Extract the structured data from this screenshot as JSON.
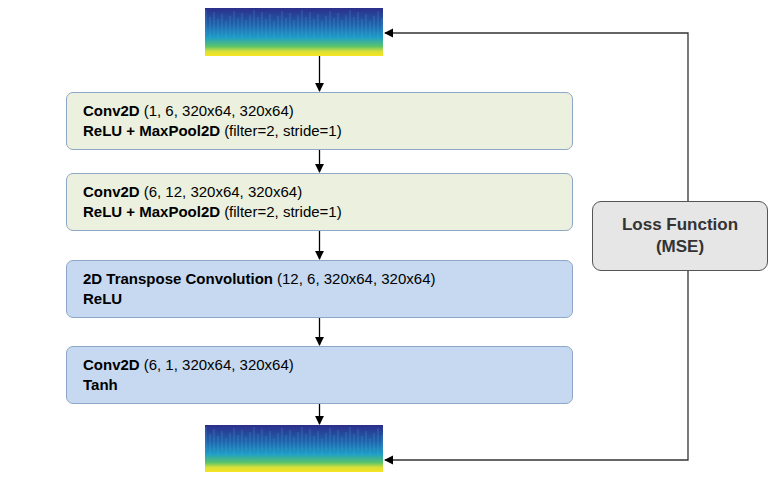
{
  "diagram": {
    "nodes": [
      {
        "text": [
          "Conv2D",
          "(1, 6, 320x64, 320x64)",
          "ReLU + MaxPool2D",
          "(filter=2, stride=1)"
        ]
      },
      {
        "text": [
          "Conv2D",
          "(6, 12, 320x64, 320x64)",
          "ReLU + MaxPool2D",
          "(filter=2, stride=1)"
        ]
      },
      {
        "text": [
          "2D Transpose Convolution",
          "(12, 6, 320x64, 320x64)",
          "ReLU"
        ]
      },
      {
        "text": [
          "Conv2D",
          "(6, 1, 320x64, 320x64)",
          "Tanh"
        ]
      },
      {
        "text": [
          "Loss Function (MSE)"
        ]
      }
    ],
    "edges": [
      {
        "from": 0,
        "to": 1,
        "arrow": "to"
      },
      {
        "from": 1,
        "to": 2,
        "arrow": "to"
      },
      {
        "from": 2,
        "to": 3,
        "arrow": "to"
      }
    ]
  }
}
